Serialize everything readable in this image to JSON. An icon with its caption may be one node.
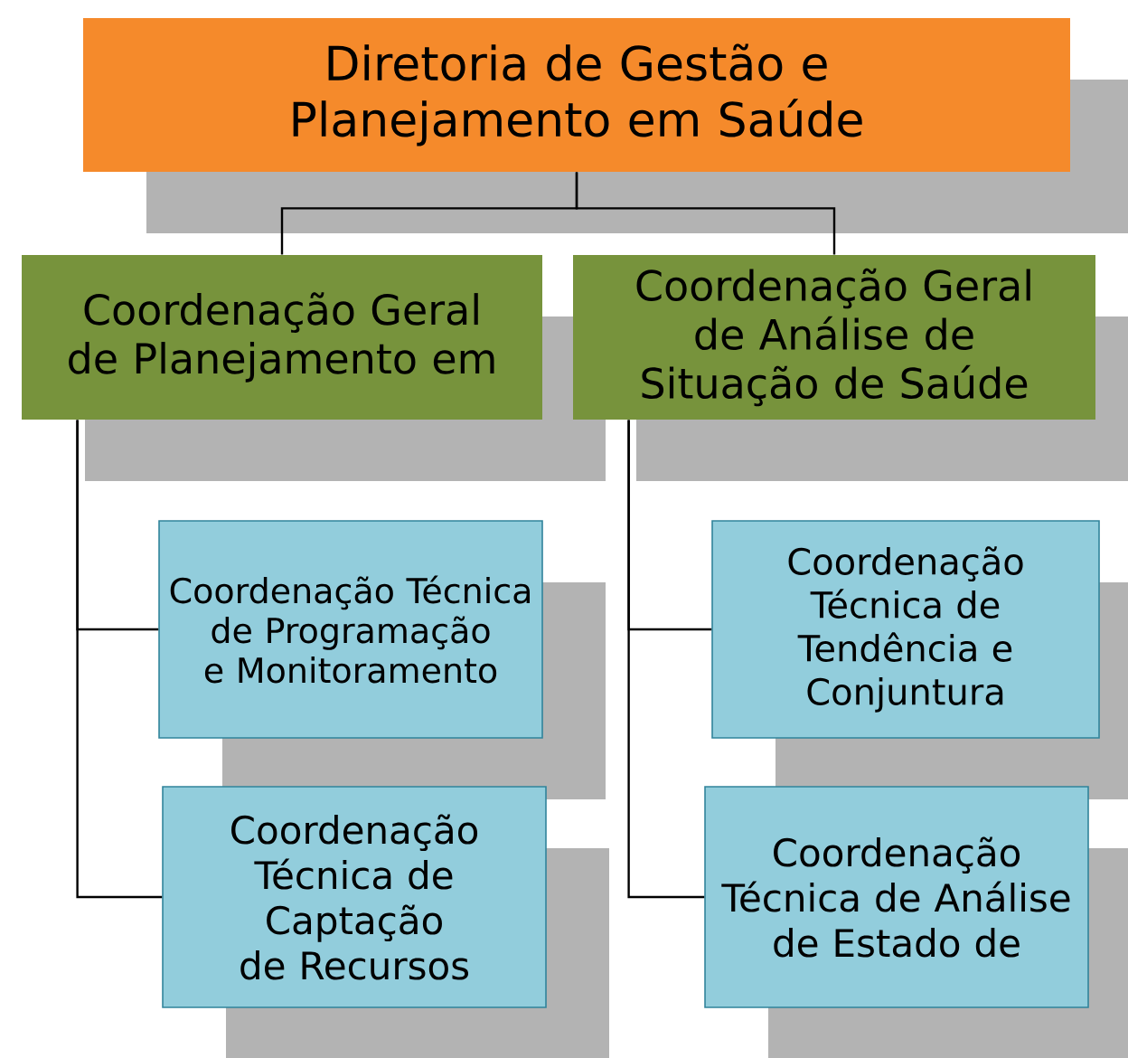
{
  "diagram": {
    "nodes": [
      {
        "text": [
          "Diretoria de Gestão e Planejamento em Saúde"
        ]
      },
      {
        "text": [
          "Coordenação Geral de Planejamento em"
        ]
      },
      {
        "text": [
          "Coordenação Geral de Análise de Situação de Saúde"
        ]
      },
      {
        "text": [
          "Coordenação Técnica de Programação e Monitoramento"
        ]
      },
      {
        "text": [
          "Coordenação Técnica de Captação de Recursos"
        ]
      },
      {
        "text": [
          "Coordenação Técnica de Tendência e Conjuntura"
        ]
      },
      {
        "text": [
          "Coordenação Técnica de Análise de Estado de"
        ]
      }
    ],
    "edges": [
      {
        "from": 0,
        "to": 1,
        "arrow": "none"
      },
      {
        "from": 0,
        "to": 2,
        "arrow": "none"
      },
      {
        "from": 1,
        "to": 3,
        "arrow": "none"
      },
      {
        "from": 1,
        "to": 4,
        "arrow": "none"
      },
      {
        "from": 2,
        "to": 5,
        "arrow": "none"
      },
      {
        "from": 2,
        "to": 6,
        "arrow": "none"
      }
    ]
  }
}
